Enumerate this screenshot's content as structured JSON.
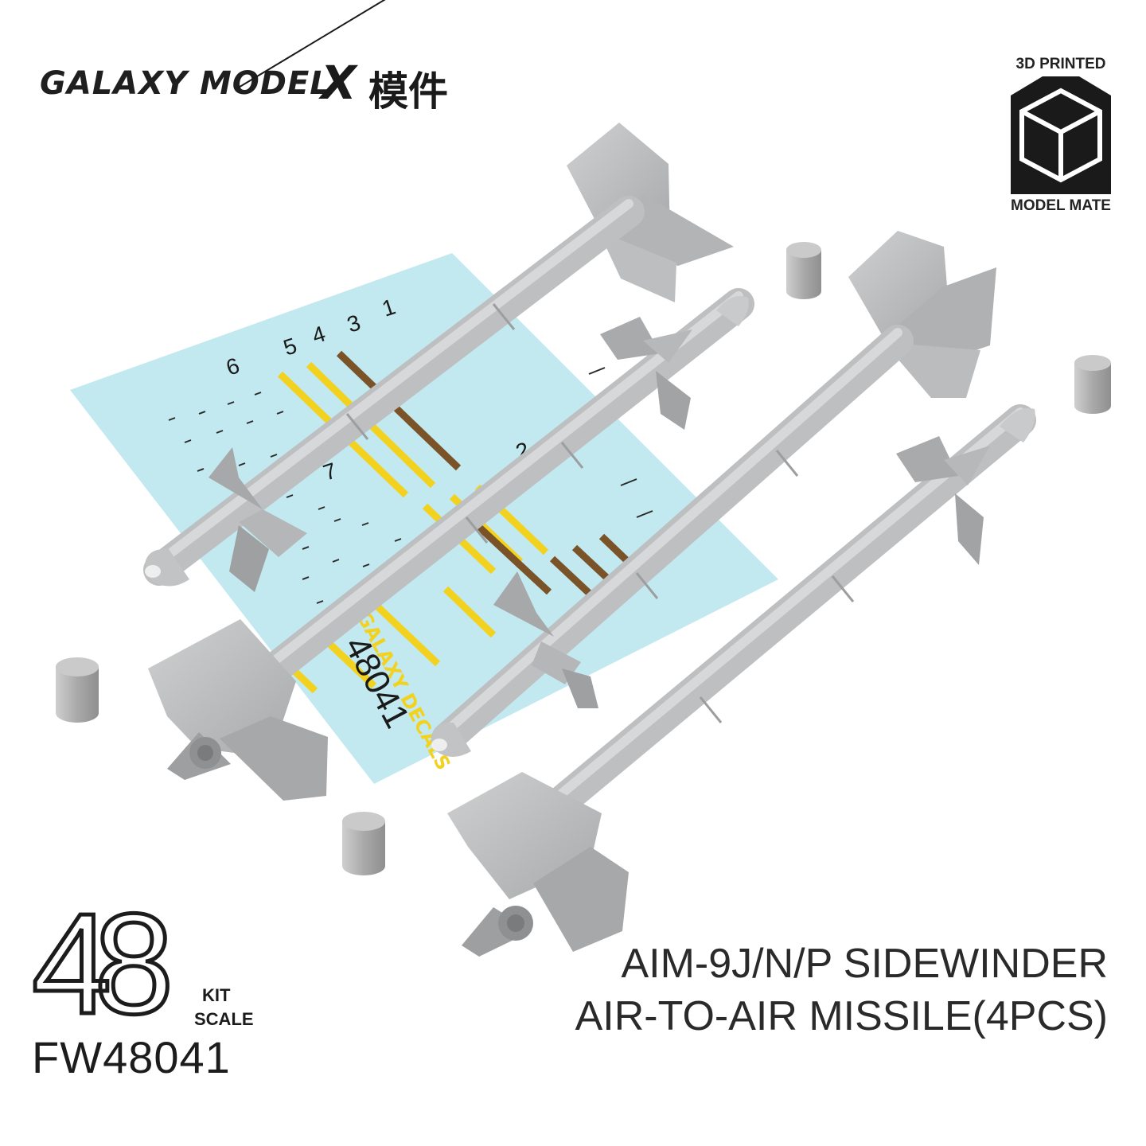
{
  "brand": {
    "name": "GALAXY MODEL",
    "x_mark": "X",
    "partner_chinese": "模件"
  },
  "badge": {
    "top_label": "3D PRINTED",
    "bottom_label": "MODEL MATE",
    "icon": "cube-icon"
  },
  "decal_sheet": {
    "numbers": [
      "1",
      "3",
      "4",
      "5",
      "6",
      "2",
      "7"
    ],
    "brand_label": "GALAXY DECALS",
    "code": "48041"
  },
  "scale": {
    "number": "48",
    "kit_label": "KIT",
    "scale_label": "SCALE"
  },
  "product": {
    "code": "FW48041",
    "name_line1": "AIM-9J/N/P SIDEWINDER",
    "name_line2": "AIR-TO-AIR MISSILE(4PCS)"
  },
  "colors": {
    "missile_grey": "#c9cacb",
    "decal_sheet_blue": "#c2e9f0",
    "stripe_yellow": "#f3d21f",
    "stripe_brown": "#7a5428",
    "text_dark": "#1c1c1c"
  }
}
